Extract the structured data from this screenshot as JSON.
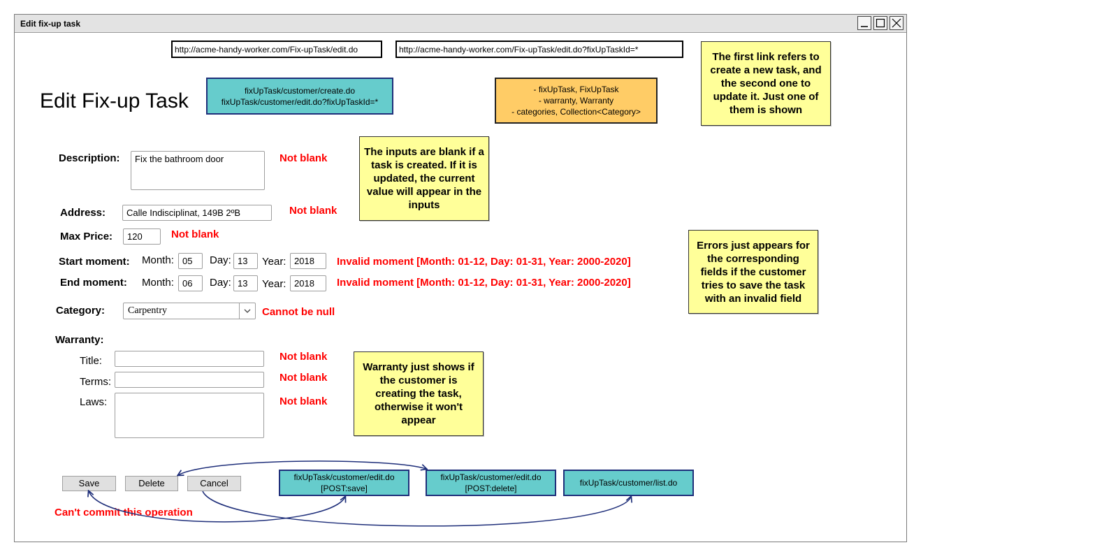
{
  "window": {
    "title": "Edit fix-up task",
    "controls": {
      "minimize": "_",
      "maximize": "□",
      "close": "×"
    }
  },
  "urls": {
    "create": "http://acme-handy-worker.com/Fix-upTask/edit.do",
    "edit": "http://acme-handy-worker.com/Fix-upTask/edit.do?fixUpTaskId=*"
  },
  "page_title": "Edit Fix-up Task",
  "routes_box": {
    "line1": "fixUpTask/customer/create.do",
    "line2": "fixUpTask/customer/edit.do?fixUpTaskId=*"
  },
  "model_box": {
    "line1": "- fixUpTask, FixUpTask",
    "line2": "- warranty, Warranty",
    "line3": "- categories, Collection<Category>"
  },
  "notes": {
    "links": "The first link refers to create a new task, and the second one to update it. Just one of them is shown",
    "inputs": "The inputs are blank if a task is created. If it is updated, the current value will appear in the inputs",
    "errors": "Errors just appears for the corresponding fields if the customer tries to save the task with an invalid field",
    "warranty": "Warranty just shows if the customer is creating the task, otherwise it won't appear"
  },
  "form": {
    "description": {
      "label": "Description:",
      "value": "Fix the bathroom door",
      "error": "Not blank"
    },
    "address": {
      "label": "Address:",
      "value": "Calle Indisciplinat, 149B 2ºB",
      "error": "Not blank"
    },
    "max_price": {
      "label": "Max Price:",
      "value": "120",
      "error": "Not blank"
    },
    "start_moment": {
      "label": "Start moment:",
      "month_label": "Month:",
      "month": "05",
      "day_label": "Day:",
      "day": "13",
      "year_label": "Year:",
      "year": "2018",
      "error": "Invalid moment [Month: 01-12, Day: 01-31, Year: 2000-2020]"
    },
    "end_moment": {
      "label": "End moment:",
      "month_label": "Month:",
      "month": "06",
      "day_label": "Day:",
      "day": "13",
      "year_label": "Year:",
      "year": "2018",
      "error": "Invalid moment [Month: 01-12, Day: 01-31, Year: 2000-2020]"
    },
    "category": {
      "label": "Category:",
      "value": "Carpentry",
      "error": "Cannot be null"
    },
    "warranty": {
      "label": "Warranty:",
      "title": {
        "label": "Title:",
        "value": "",
        "error": "Not blank"
      },
      "terms": {
        "label": "Terms:",
        "value": "",
        "error": "Not blank"
      },
      "laws": {
        "label": "Laws:",
        "value": "",
        "error": "Not blank"
      }
    }
  },
  "buttons": {
    "save": "Save",
    "delete": "Delete",
    "cancel": "Cancel"
  },
  "commit_error": "Can't commit this operation",
  "actions": {
    "save": {
      "line1": "fixUpTask/customer/edit.do",
      "line2": "[POST:save]"
    },
    "delete": {
      "line1": "fixUpTask/customer/edit.do",
      "line2": "[POST:delete]"
    },
    "list": "fixUpTask/customer/list.do"
  },
  "colors": {
    "teal_box": "#66cccc",
    "orange_box": "#ffcc66",
    "sticky_note": "#ffff99",
    "error_text": "#ff0000",
    "arrow": "#1f2f7a"
  }
}
